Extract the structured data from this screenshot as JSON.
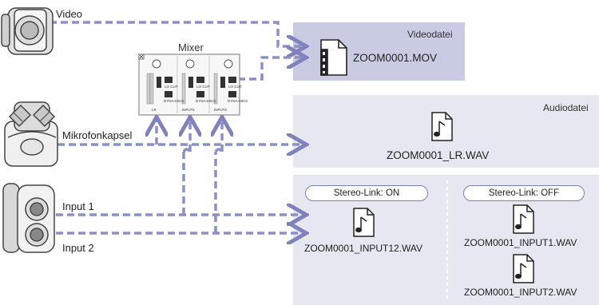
{
  "sources": {
    "video": "Video",
    "capsule": "Mikrofonkapsel",
    "input1": "Input 1",
    "input2": "Input 2"
  },
  "mixer": {
    "title": "Mixer",
    "channel_labels": [
      "LR",
      "INPUT1",
      "INPUT2"
    ],
    "button_labels": [
      "LO CUT",
      "DYNA-MICS",
      "LO CUT",
      "DYNA-MICS",
      "LO CUT",
      "DYNA-MICS"
    ]
  },
  "video_file": {
    "title": "Videodatei",
    "filename": "ZOOM0001.MOV"
  },
  "audio_file": {
    "title": "Audiodatei",
    "filename": "ZOOM0001_LR.WAV"
  },
  "stereo_link_on": {
    "label": "Stereo-Link: ON",
    "filename": "ZOOM0001_INPUT12.WAV"
  },
  "stereo_link_off": {
    "label": "Stereo-Link: OFF",
    "filenames": [
      "ZOOM0001_INPUT1.WAV",
      "ZOOM0001_INPUT2.WAV"
    ]
  },
  "colors": {
    "panel": "#c9cbe3",
    "panel_light": "#e6e7f1",
    "line": "#8c8fc4",
    "arrow": "#8083bb"
  }
}
